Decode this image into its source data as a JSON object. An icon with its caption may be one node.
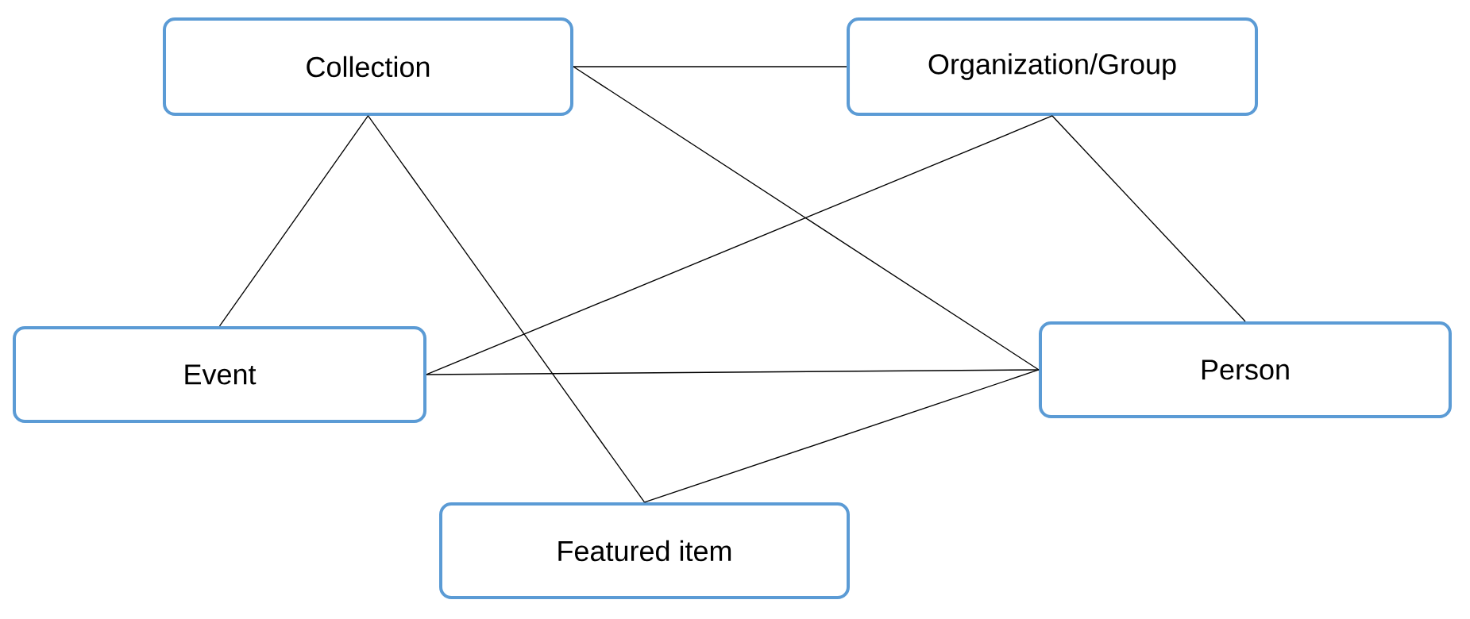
{
  "diagram": {
    "nodes": [
      {
        "text": [
          "Collection"
        ]
      },
      {
        "text": [
          "Organization/Group"
        ]
      },
      {
        "text": [
          "Event"
        ]
      },
      {
        "text": [
          "Person"
        ]
      },
      {
        "text": [
          "Featured item"
        ]
      }
    ],
    "edges": [
      {
        "from": 0,
        "to": 1,
        "arrow": "none"
      },
      {
        "from": 0,
        "to": 2,
        "arrow": "none"
      },
      {
        "from": 0,
        "to": 4,
        "arrow": "none"
      },
      {
        "from": 0,
        "to": 3,
        "arrow": "none"
      },
      {
        "from": 1,
        "to": 2,
        "arrow": "none"
      },
      {
        "from": 1,
        "to": 3,
        "arrow": "none"
      },
      {
        "from": 2,
        "to": 3,
        "arrow": "none"
      },
      {
        "from": 4,
        "to": 3,
        "arrow": "none"
      }
    ]
  }
}
